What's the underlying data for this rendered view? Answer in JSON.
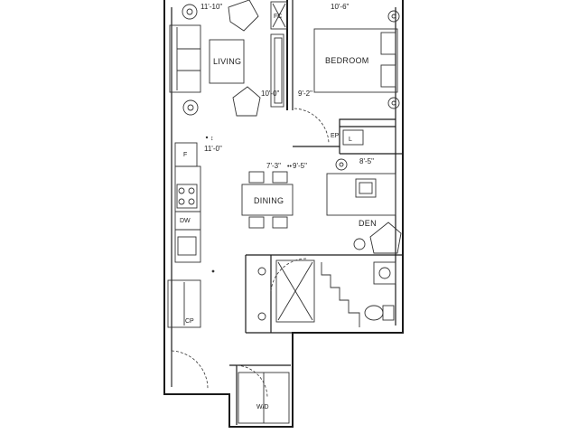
{
  "rooms": {
    "living": "LIVING",
    "bedroom": "BEDROOM",
    "dining": "DINING",
    "den": "DEN"
  },
  "dimensions": {
    "living_width": "11'-10\"",
    "bedroom_width": "10'-6\"",
    "living_depth": "10'-0\"",
    "bedroom_depth": "9'-2\"",
    "kitchen_depth": "11'-0\"",
    "dining_width": "7'-3\"",
    "dining_depth": "9'-5\"",
    "den_width": "8'-5\""
  },
  "fixtures": {
    "fridge": "F",
    "fireplace_closet": "FC",
    "dishwasher": "DW",
    "electrical_panel": "EP",
    "linen": "L",
    "coat_closet": "CP",
    "washer_dryer": "W/D"
  }
}
